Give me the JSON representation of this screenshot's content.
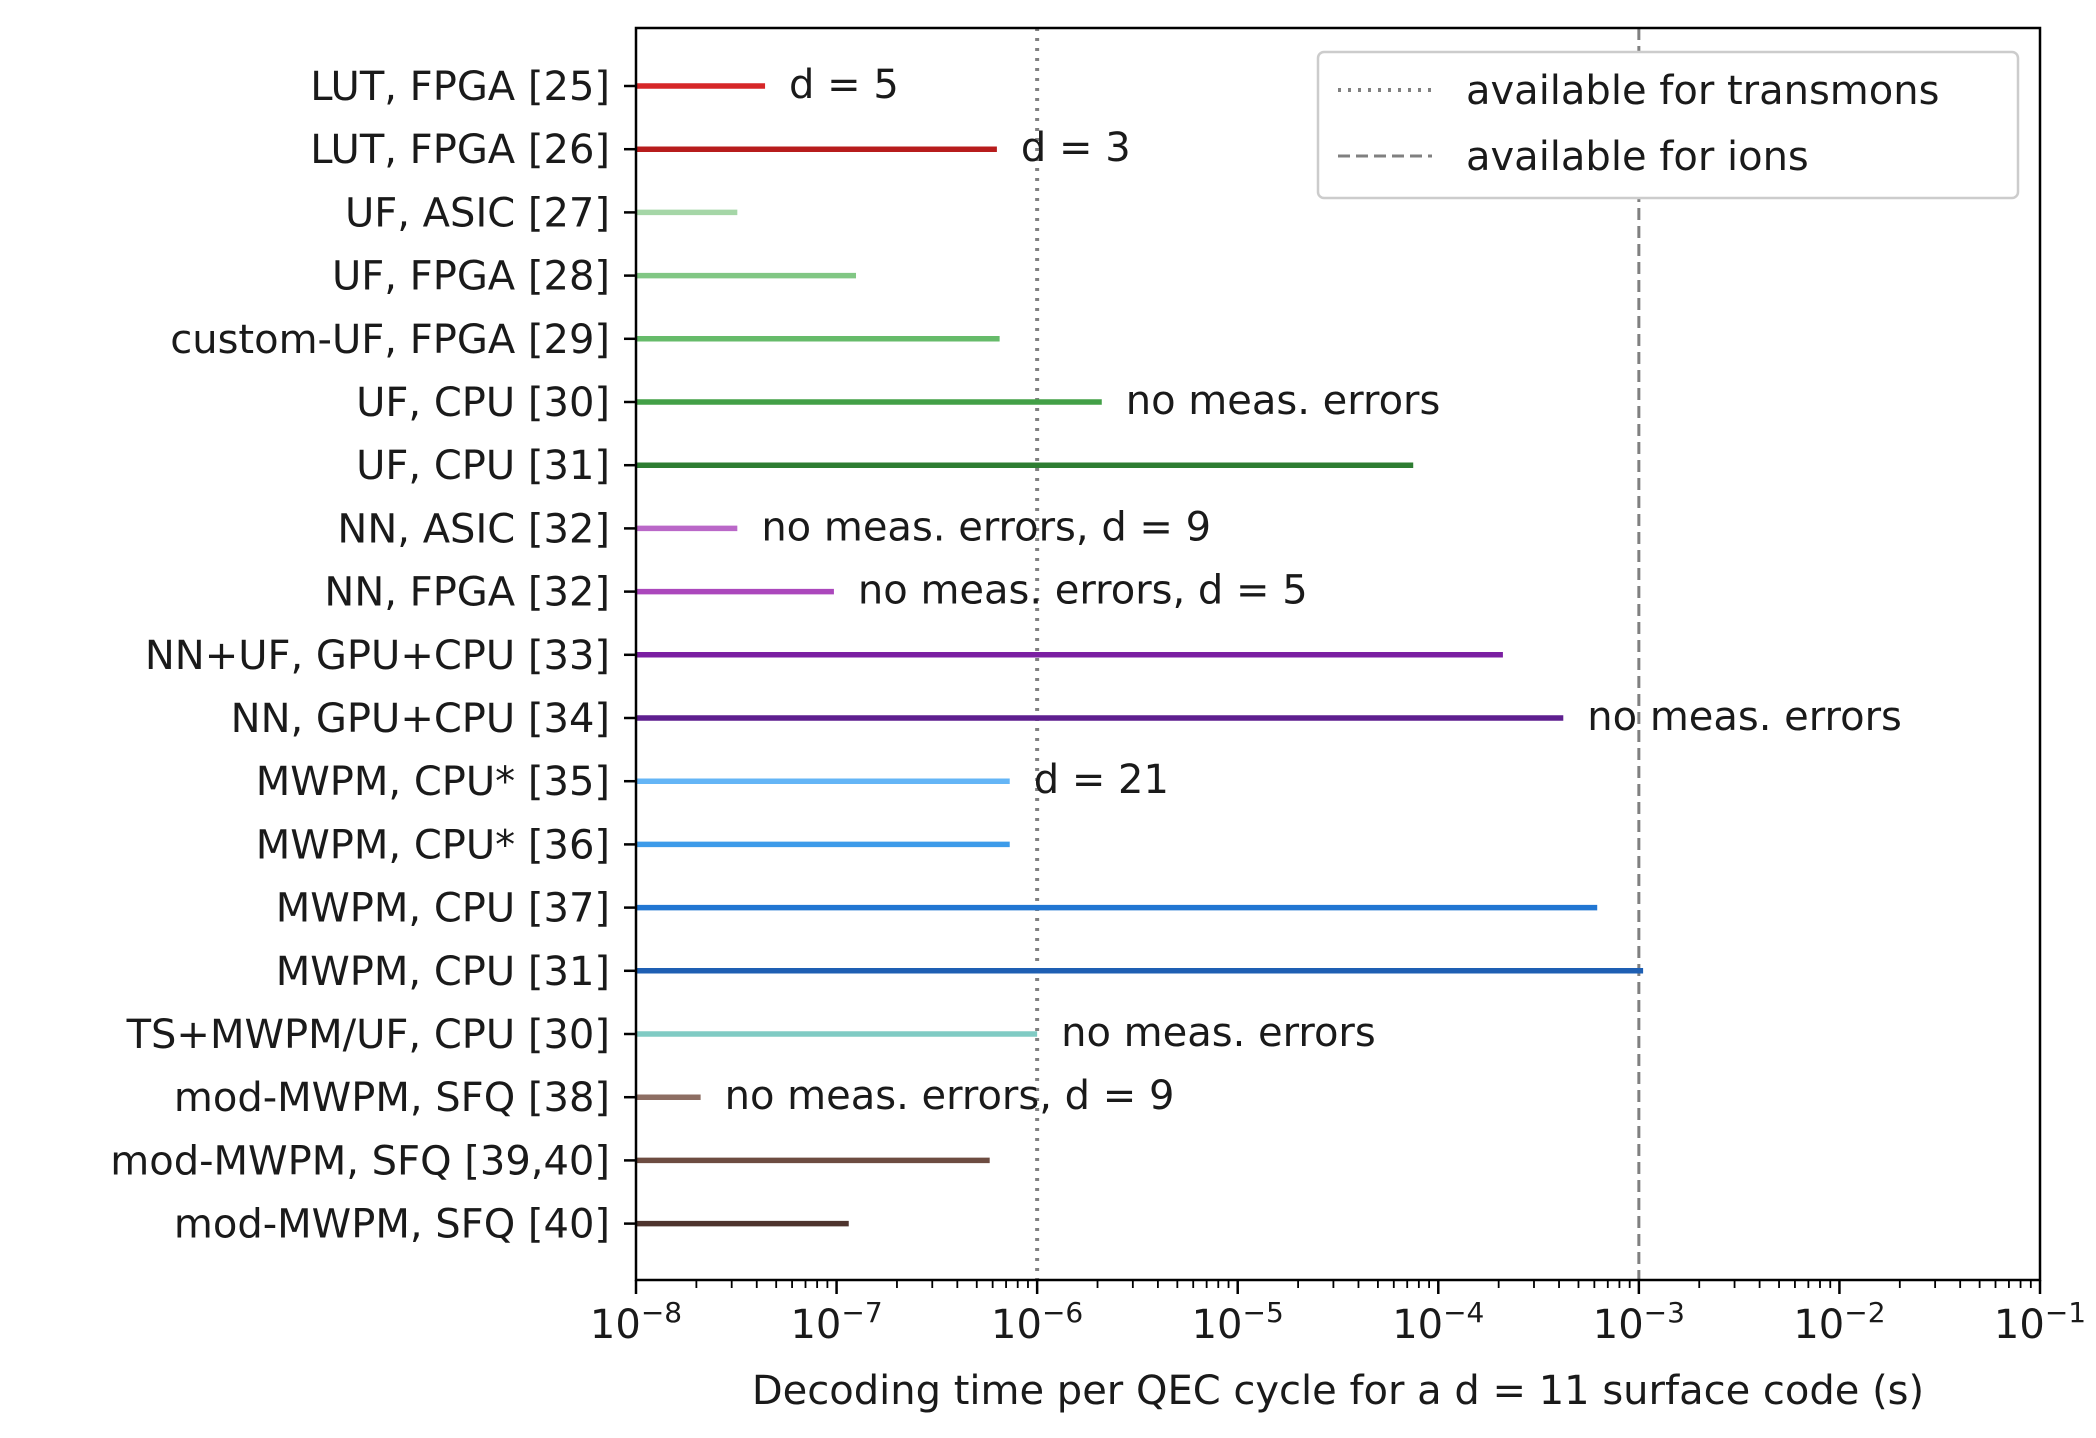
{
  "chart_data": {
    "type": "bar",
    "orientation": "horizontal",
    "x_scale": "log",
    "xlim": [
      1e-08,
      0.1
    ],
    "xlabel": "Decoding time per QEC cycle for a d = 11 surface code (s)",
    "ylabel": "",
    "grid": false,
    "legend_position": "top-right",
    "x_ticks": [
      {
        "value": 1e-08,
        "base": "10",
        "exp": "−8"
      },
      {
        "value": 1e-07,
        "base": "10",
        "exp": "−7"
      },
      {
        "value": 1e-06,
        "base": "10",
        "exp": "−6"
      },
      {
        "value": 1e-05,
        "base": "10",
        "exp": "−5"
      },
      {
        "value": 0.0001,
        "base": "10",
        "exp": "−4"
      },
      {
        "value": 0.001,
        "base": "10",
        "exp": "−3"
      },
      {
        "value": 0.01,
        "base": "10",
        "exp": "−2"
      },
      {
        "value": 0.1,
        "base": "10",
        "exp": "−1"
      }
    ],
    "reference_lines": [
      {
        "label": "available for transmons",
        "value": 1e-06,
        "style": "dotted",
        "color": "#808080"
      },
      {
        "label": "available for ions",
        "value": 0.001,
        "style": "dashed",
        "color": "#808080"
      }
    ],
    "bars": [
      {
        "label": "LUT, FPGA [25]",
        "value": 4.4e-08,
        "color": "#d62728",
        "annotation": "d = 5"
      },
      {
        "label": "LUT, FPGA [26]",
        "value": 6.3e-07,
        "color": "#b71c1c",
        "annotation": "d = 3"
      },
      {
        "label": "UF, ASIC [27]",
        "value": 3.2e-08,
        "color": "#a5d6a7",
        "annotation": ""
      },
      {
        "label": "UF, FPGA [28]",
        "value": 1.25e-07,
        "color": "#81c784",
        "annotation": ""
      },
      {
        "label": "custom-UF, FPGA [29]",
        "value": 6.5e-07,
        "color": "#66bb6a",
        "annotation": ""
      },
      {
        "label": "UF, CPU [30]",
        "value": 2.1e-06,
        "color": "#43a047",
        "annotation": "no meas. errors"
      },
      {
        "label": "UF, CPU [31]",
        "value": 7.5e-05,
        "color": "#2e7d32",
        "annotation": ""
      },
      {
        "label": "NN, ASIC [32]",
        "value": 3.2e-08,
        "color": "#ba68c8",
        "annotation": "no meas. errors, d = 9"
      },
      {
        "label": "NN, FPGA [32]",
        "value": 9.7e-08,
        "color": "#ab47bc",
        "annotation": "no meas. errors, d = 5"
      },
      {
        "label": "NN+UF, GPU+CPU [33]",
        "value": 0.00021,
        "color": "#7b1fa2",
        "annotation": ""
      },
      {
        "label": "NN, GPU+CPU [34]",
        "value": 0.00042,
        "color": "#5e1f8f",
        "annotation": "no meas. errors"
      },
      {
        "label": "MWPM, CPU* [35]",
        "value": 7.3e-07,
        "color": "#64b5f6",
        "annotation": "d = 21"
      },
      {
        "label": "MWPM, CPU* [36]",
        "value": 7.3e-07,
        "color": "#3d9be9",
        "annotation": ""
      },
      {
        "label": "MWPM, CPU [37]",
        "value": 0.00062,
        "color": "#2176d2",
        "annotation": ""
      },
      {
        "label": "MWPM, CPU [31]",
        "value": 0.00105,
        "color": "#1e5fb3",
        "annotation": ""
      },
      {
        "label": "TS+MWPM/UF, CPU [30]",
        "value": 1e-06,
        "color": "#80cbc4",
        "annotation": "no meas. errors"
      },
      {
        "label": "mod-MWPM, SFQ [38]",
        "value": 2.1e-08,
        "color": "#8d6e63",
        "annotation": "no meas. errors, d = 9"
      },
      {
        "label": "mod-MWPM, SFQ [39,40]",
        "value": 5.8e-07,
        "color": "#6d4c41",
        "annotation": ""
      },
      {
        "label": "mod-MWPM, SFQ [40]",
        "value": 1.15e-07,
        "color": "#4e342e",
        "annotation": ""
      }
    ]
  }
}
